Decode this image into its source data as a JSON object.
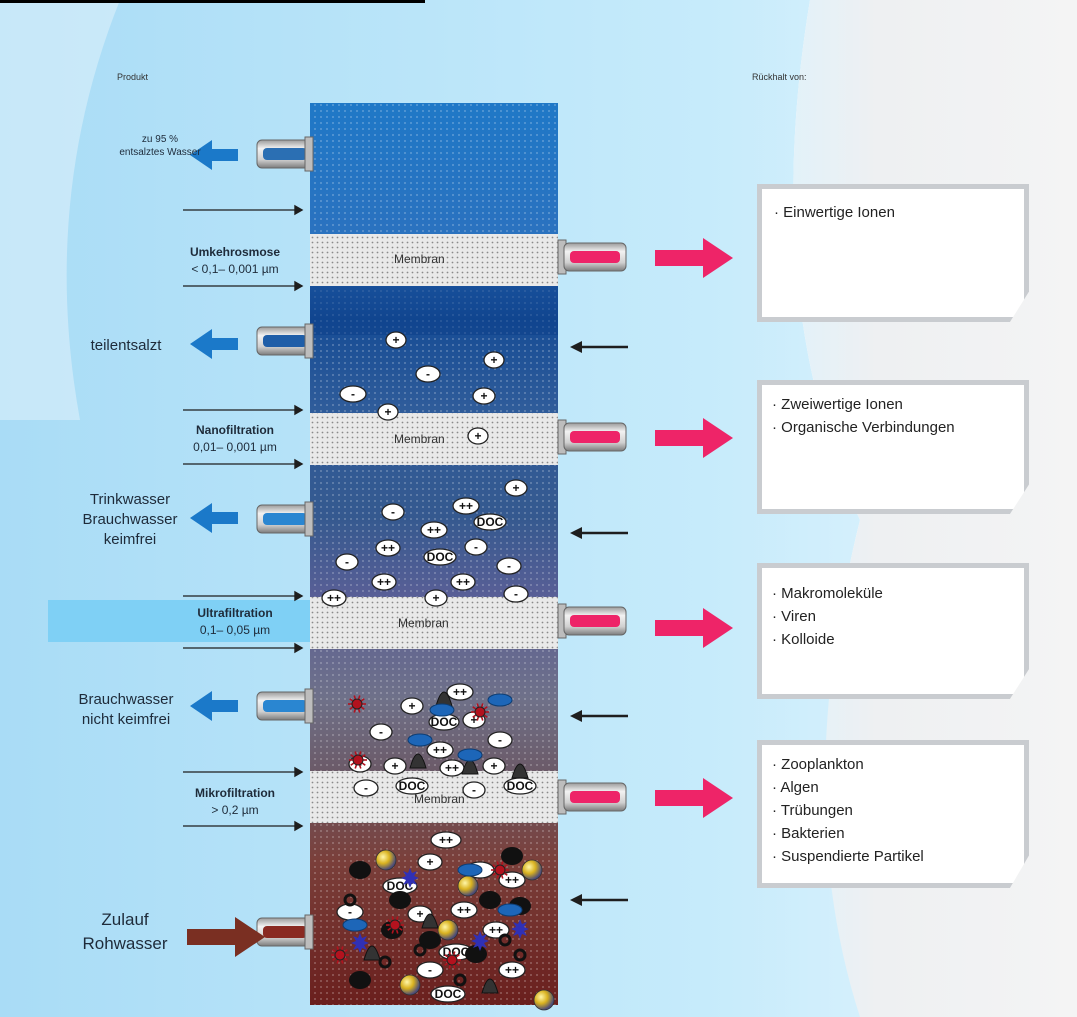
{
  "headers": {
    "product": "Produkt",
    "retention": "Rückhalt von:"
  },
  "products": [
    {
      "id": "p1",
      "lines": [
        "zu 95 %",
        "entsalztes Wasser"
      ]
    },
    {
      "id": "p2",
      "lines": [
        "teilentsalzt"
      ]
    },
    {
      "id": "p3",
      "lines": [
        "Trinkwasser",
        "Brauchwasser",
        "keimfrei"
      ]
    },
    {
      "id": "p4",
      "lines": [
        "Brauchwasser",
        "nicht keimfrei"
      ]
    },
    {
      "id": "p5",
      "lines": [
        "Zulauf",
        "Rohwasser"
      ]
    }
  ],
  "processes": [
    {
      "name": "Umkehrosmose",
      "range": "< 0,1– 0,001 µm"
    },
    {
      "name": "Nanofiltration",
      "range": "0,01– 0,001 µm"
    },
    {
      "name": "Ultrafiltration",
      "range": "0,1– 0,05 µm"
    },
    {
      "name": "Mikrofiltration",
      "range": "> 0,2 µm"
    }
  ],
  "membrane_label": "Membran",
  "retention_groups": [
    {
      "items": [
        "Einwertige Ionen"
      ]
    },
    {
      "items": [
        "Zweiwertige Ionen",
        "Organische Verbindungen"
      ]
    },
    {
      "items": [
        "Makromoleküle",
        "Viren",
        "Kolloide"
      ]
    },
    {
      "items": [
        "Zooplankton",
        "Algen",
        "Trübungen",
        "Bakterien",
        "Suspendierte Partikel"
      ]
    }
  ],
  "particle_symbols": {
    "plus": "+",
    "minus": "-",
    "double_plus": "++",
    "double_minus": "--",
    "doc": "DOC"
  },
  "colors": {
    "retention_arrow": "#ee2468",
    "product_arrow": "#1b79c9",
    "feed_arrow": "#7a2f22",
    "highlight_band": "#7fd0f5",
    "box_border": "#c9ccd0"
  },
  "icons": [
    "product-outlet-icon",
    "retentate-outlet-icon",
    "feed-arrow-icon",
    "virus-icon",
    "colloid-icon",
    "macromolecule-icon",
    "zooplankton-icon",
    "algae-icon",
    "turbidity-icon",
    "bacteria-icon",
    "suspended-particle-icon"
  ]
}
